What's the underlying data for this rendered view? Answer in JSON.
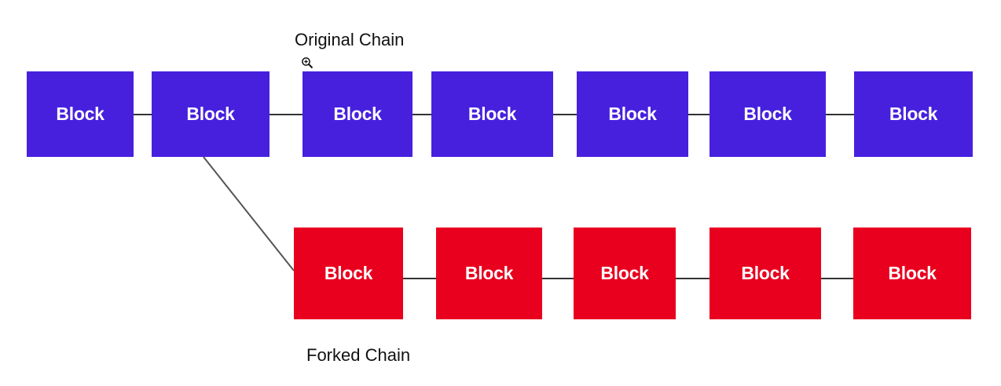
{
  "original_label": "Original Chain",
  "forked_label": "Forked Chain",
  "colors": {
    "original": "#4720de",
    "forked": "#e8001e",
    "connector": "#333333"
  },
  "original_chain": [
    {
      "label": "Block"
    },
    {
      "label": "Block"
    },
    {
      "label": "Block"
    },
    {
      "label": "Block"
    },
    {
      "label": "Block"
    },
    {
      "label": "Block"
    },
    {
      "label": "Block"
    }
  ],
  "forked_chain": [
    {
      "label": "Block"
    },
    {
      "label": "Block"
    },
    {
      "label": "Block"
    },
    {
      "label": "Block"
    },
    {
      "label": "Block"
    }
  ],
  "fork_from_original_index": 1,
  "cursor_icon": "zoom-in-icon"
}
